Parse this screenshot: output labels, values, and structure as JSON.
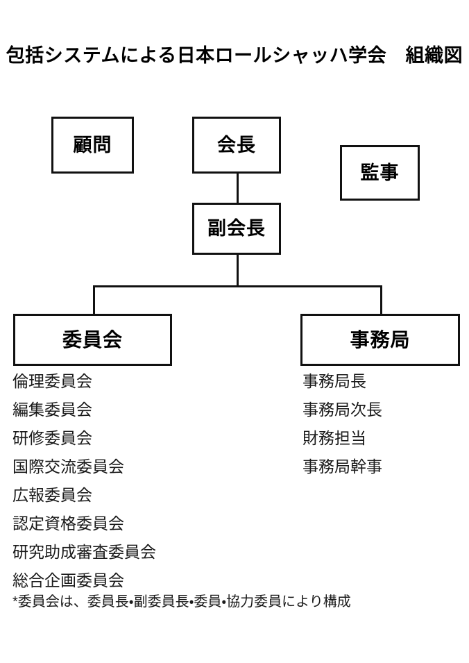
{
  "title": "包括システムによる日本ロールシャッハ学会　組織図",
  "colors": {
    "background": "#ffffff",
    "line": "#111111",
    "box_fill": "#ffffff",
    "text": "#000000",
    "list_text": "#1a1a1a"
  },
  "nodes": {
    "advisor": "顧問",
    "president": "会長",
    "auditor": "監事",
    "vice_president": "副会長",
    "committee": "委員会",
    "secretariat": "事務局"
  },
  "committee_list": [
    "倫理委員会",
    "編集委員会",
    "研修委員会",
    "国際交流委員会",
    "広報委員会",
    "認定資格委員会",
    "研究助成審査委員会",
    "総合企画委員会"
  ],
  "secretariat_list": [
    "事務局長",
    "事務局次長",
    "財務担当",
    "事務局幹事"
  ],
  "footnote": "*委員会は、委員長・副委員長・委員・協力委員により構成",
  "chart_data": {
    "type": "diagram",
    "title": "包括システムによる日本ロールシャッハ学会　組織図",
    "diagram_kind": "organization-chart",
    "nodes": [
      {
        "id": "advisor",
        "label": "顧問",
        "level": 1,
        "connected": false
      },
      {
        "id": "president",
        "label": "会長",
        "level": 1,
        "connected": true
      },
      {
        "id": "auditor",
        "label": "監事",
        "level": 1,
        "connected": false
      },
      {
        "id": "vice_president",
        "label": "副会長",
        "level": 2,
        "connected": true
      },
      {
        "id": "committee",
        "label": "委員会",
        "level": 3,
        "connected": true
      },
      {
        "id": "secretariat",
        "label": "事務局",
        "level": 3,
        "connected": true
      }
    ],
    "edges": [
      {
        "from": "president",
        "to": "vice_president"
      },
      {
        "from": "vice_president",
        "to": "committee"
      },
      {
        "from": "vice_president",
        "to": "secretariat"
      }
    ],
    "children": {
      "committee": [
        "倫理委員会",
        "編集委員会",
        "研修委員会",
        "国際交流委員会",
        "広報委員会",
        "認定資格委員会",
        "研究助成審査委員会",
        "総合企画委員会"
      ],
      "secretariat": [
        "事務局長",
        "事務局次長",
        "財務担当",
        "事務局幹事"
      ]
    },
    "annotations": [
      "*委員会は、委員長・副委員長・委員・協力委員により構成"
    ]
  }
}
